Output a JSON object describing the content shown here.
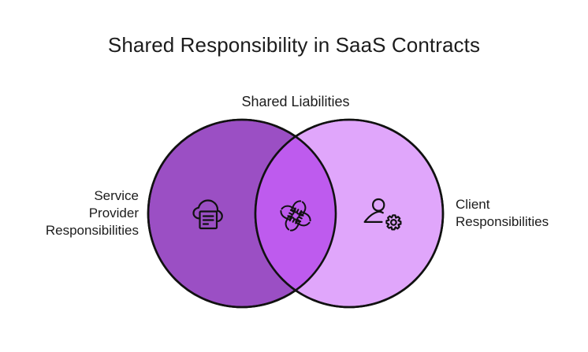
{
  "title": "Shared Responsibility in SaaS Contracts",
  "diagram": {
    "type": "venn",
    "overlap_label": "Shared Liabilities",
    "left": {
      "label_lines": [
        "Service",
        "Provider",
        "Responsibilities"
      ],
      "icon": "cloud-document-icon",
      "fill_color": "#9B4FC4",
      "stroke_color": "#111111"
    },
    "right": {
      "label_lines": [
        "Client",
        "Responsibilities"
      ],
      "icon": "user-gear-icon",
      "fill_color": "#E0A6FB",
      "stroke_color": "#111111"
    },
    "overlap": {
      "icon": "teamwork-hands-icon",
      "fill_color": "#BE5BEE"
    },
    "background_color": "#FFFFFF"
  },
  "chart_data": {
    "type": "venn",
    "title": "Shared Responsibility in SaaS Contracts",
    "sets": [
      {
        "name": "Service Provider Responsibilities",
        "color": "#9B4FC4",
        "icon": "cloud-document-icon"
      },
      {
        "name": "Client Responsibilities",
        "color": "#E0A6FB",
        "icon": "user-gear-icon"
      }
    ],
    "intersection": {
      "name": "Shared Liabilities",
      "color": "#BE5BEE",
      "icon": "teamwork-hands-icon"
    },
    "legend": "none",
    "grid": false
  }
}
